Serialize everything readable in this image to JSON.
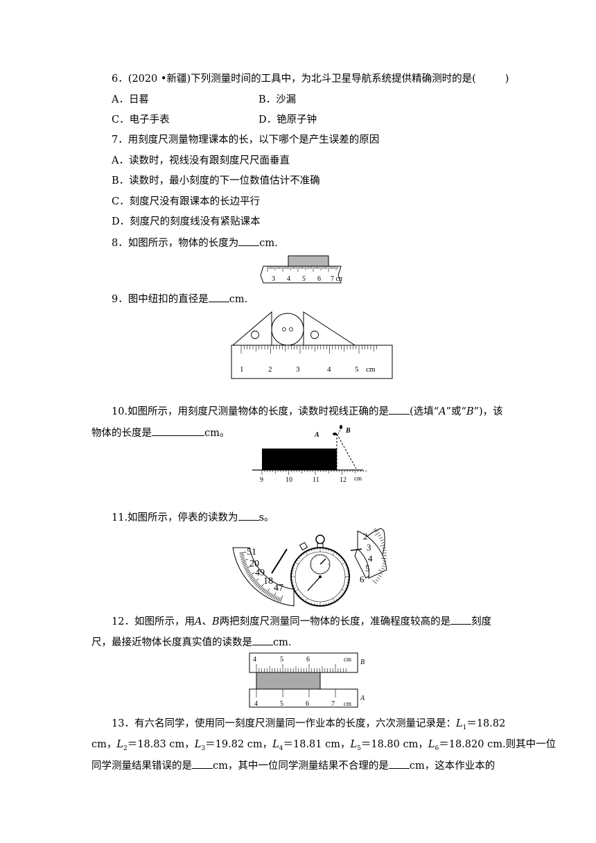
{
  "q6": {
    "stem": "6．(2020 •新疆)下列测量时间的工具中，为北斗卫星导航系统提供精确测时的是(",
    "stem_end": ")",
    "optA": "A．日晷",
    "optB": "B．沙漏",
    "optC": "C．电子手表",
    "optD": "D．铯原子钟"
  },
  "q7": {
    "stem": "7．用刻度尺测量物理课本的长，以下哪个是产生误差的原因",
    "optA": "A．读数时，视线没有跟刻度尺尺面垂直",
    "optB": "B．读数时，最小刻度的下一位数值估计不准确",
    "optC": "C．刻度尺没有跟课本的长边平行",
    "optD": "D．刻度尺的刻度线没有紧贴课本"
  },
  "q8": {
    "pre": "8．如图所示，物体的长度为",
    "post": "cm.",
    "ticks": [
      "3",
      "4",
      "5",
      "6",
      "7 cm"
    ]
  },
  "q9": {
    "pre": "9．图中纽扣的直径是",
    "post": "cm.",
    "ticks": [
      "1",
      "2",
      "3",
      "4",
      "5",
      "cm"
    ]
  },
  "q10": {
    "line1_pre": "10.如图所示，用刻度尺测量物体的长度，读数时视线正确的是",
    "line1_mid": "(选填“",
    "A": "A",
    "q1": "”或“",
    "B": "B",
    "line1_post": "”)，该",
    "line2_pre": "物体的长度是",
    "line2_post": "cm。",
    "labelA": "A",
    "labelB": "B",
    "ticks": [
      "9",
      "10",
      "11",
      "12",
      "cm"
    ]
  },
  "q11": {
    "pre": "11.如图所示，停表的读数为",
    "post": "s。",
    "left_nums": [
      "51",
      "20",
      "49",
      "18",
      "47"
    ],
    "right_nums": [
      "2",
      "3",
      "4",
      "5",
      "6"
    ]
  },
  "q12": {
    "line1_pre": "12．如图所示，用",
    "A": "A",
    "sep": "、",
    "B": "B",
    "line1_post": "两把刻度尺测量同一物体的长度，准确程度较高的是",
    "line1_end": "刻度",
    "line2_pre": "尺，最接近物体长度真实值的读数是",
    "line2_post": "cm.",
    "rulerB_ticks": [
      "4",
      "5",
      "6",
      "cm"
    ],
    "rulerB_label": "B",
    "rulerA_ticks": [
      "4",
      "5",
      "6",
      "7",
      "cm"
    ],
    "rulerA_label": "A"
  },
  "q13": {
    "line1": "13．有六名同学，使用同一刻度尺测量同一作业本的长度，六次测量记录是：",
    "L": "L",
    "s1": "1",
    "v1": "＝18.82",
    "line2a": "cm，",
    "s2": "2",
    "v2": "＝18.83 cm，",
    "s3": "3",
    "v3": "＝19.82 cm，",
    "s4": "4",
    "v4": "＝18.81 cm，",
    "s5": "5",
    "v5": "＝18.80 cm，",
    "s6": "6",
    "v6": "＝18.820 cm.则其中一位",
    "line3a": "同学测量结果错误的是",
    "line3b": "cm，其中一位同学测量结果不合理的是",
    "line3c": "cm，这本作业本的"
  }
}
